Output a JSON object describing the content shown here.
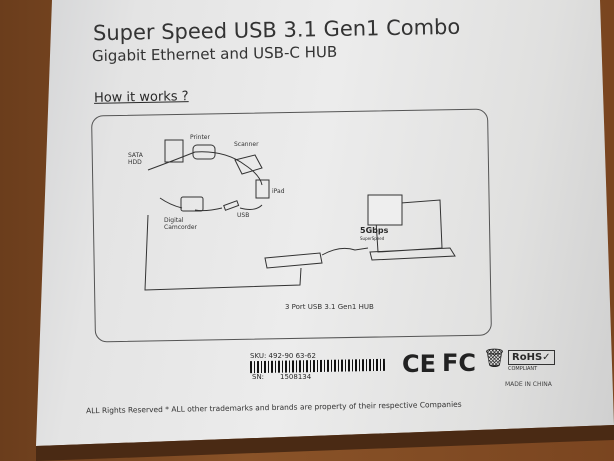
{
  "box": {
    "title": "Super Speed USB 3.1 Gen1 Combo",
    "subtitle": "Gigabit Ethernet and USB-C HUB",
    "section_heading": "How it works ?",
    "diagram_labels": {
      "sata_hdd": "SATA HDD",
      "printer": "Printer",
      "scanner": "Scanner",
      "ipad": "iPad",
      "usb": "USB",
      "camcorder": "Digital Camcorder",
      "speed_badge": "5Gbps",
      "speed_badge_sub": "SuperSpeed",
      "hub_caption": "3 Port USB 3.1 Gen1 HUB"
    },
    "sku": "SKU: 492-90 63-62",
    "sn_label": "SN:",
    "sn": "1508134",
    "marks": {
      "ce": "CE",
      "fcc": "FC",
      "rohs": "RoHS✓",
      "rohs_sub": "COMPLIANT",
      "made_in": "MADE IN CHINA"
    },
    "rights": "ALL Rights Reserved * ALL other trademarks and brands are property of their respective Companies"
  },
  "colors": {
    "wood": "#7a4520",
    "box": "#e6e6e6",
    "ink": "#2a2a2a"
  }
}
